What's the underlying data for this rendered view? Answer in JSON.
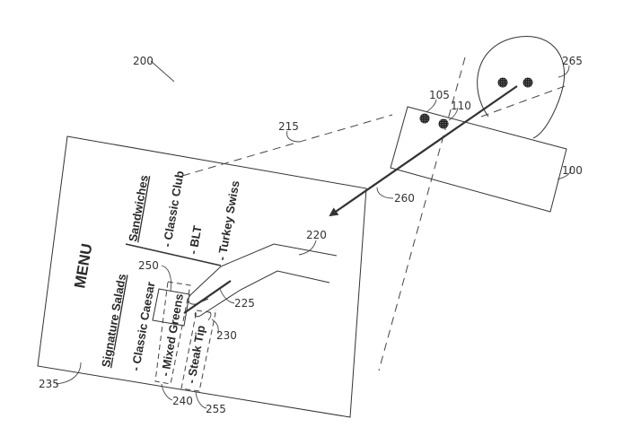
{
  "figure": {
    "reference_numerals": {
      "system": "200",
      "device": "100",
      "emitter_1": "105",
      "emitter_2": "110",
      "field_of_view": "215",
      "hand": "220",
      "finger": "225",
      "fingertip": "230",
      "document": "235",
      "selected_region": "240",
      "highlight_box": "250",
      "adjacent_region": "255",
      "gaze_vector": "260",
      "user_head": "265"
    },
    "menu": {
      "title": "MENU",
      "sections": [
        {
          "heading": "Sandwiches",
          "items": [
            "- Classic Club",
            "- BLT",
            "- Turkey Swiss"
          ]
        },
        {
          "heading": "Signature Salads",
          "items": [
            "- Classic Caesar",
            "- Mixed Greens",
            "- Steak Tip"
          ]
        }
      ]
    }
  }
}
